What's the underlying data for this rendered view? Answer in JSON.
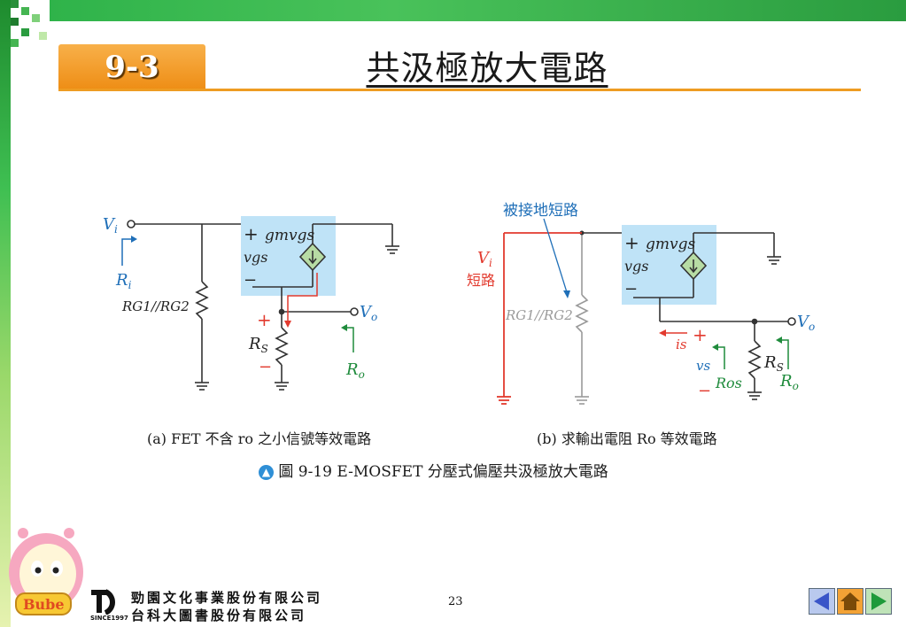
{
  "header": {
    "section": "9-3",
    "title": "共汲極放大電路"
  },
  "figure": {
    "labels": {
      "vi": "V",
      "vi_sub": "i",
      "ri": "R",
      "ri_sub": "i",
      "rg": "RG1//RG2",
      "gm": "gmvgs",
      "vgs": "vgs",
      "vo": "V",
      "vo_sub": "o",
      "rs": "R",
      "rs_sub": "S",
      "ro": "R",
      "ro_sub": "o",
      "is": "is",
      "vs": "vs",
      "ros": "Ros",
      "plus": "+",
      "minus": "−",
      "annotation": "被接地短路",
      "vi_short_a": "V",
      "vi_short_sub": "i",
      "vi_short_b": "短路"
    },
    "caption_a": "(a) FET 不含 ro 之小信號等效電路",
    "caption_b": "(b) 求輸出電阻 Ro 等效電路",
    "figure_caption": "圖 9-19 E-MOSFET 分壓式偏壓共汲極放大電路"
  },
  "footer": {
    "company_1": "勁園文化事業股份有限公司",
    "company_2": "台科大圖書股份有限公司",
    "since": "SINCE1997",
    "logo_text": "Bube",
    "page_number": "23"
  },
  "colors": {
    "accent_orange": "#ee8d14",
    "highlight_blue": "#bfe3f7",
    "red_wire": "#e23a2e",
    "blue_label": "#1f6fb8",
    "diamond_fill": "#b7dca4"
  }
}
